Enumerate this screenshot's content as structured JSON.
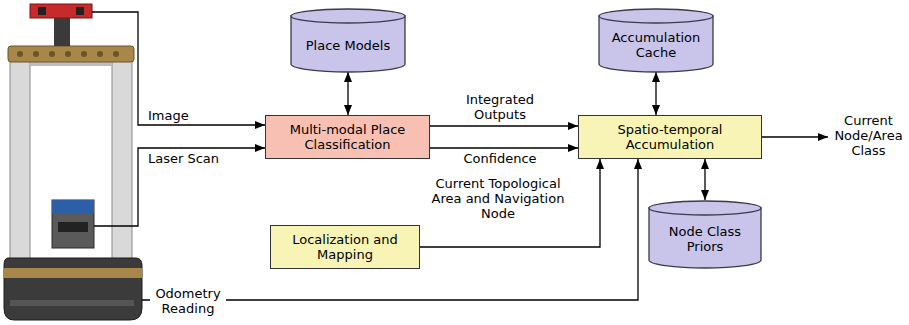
{
  "diagram": {
    "nodes": [
      {
        "text": [
          "Place Models"
        ]
      },
      {
        "text": [
          "Accumulation Cache"
        ]
      },
      {
        "text": [
          "Multi-modal Place Classification"
        ]
      },
      {
        "text": [
          "Spatio-temporal Accumulation"
        ]
      },
      {
        "text": [
          "Localization and Mapping"
        ]
      },
      {
        "text": [
          "Node Class Priors"
        ]
      }
    ],
    "edges": [
      {
        "from": 0,
        "to": 2,
        "arrow": "both"
      },
      {
        "from": 2,
        "to": 3,
        "label": "Integrated Outputs",
        "arrow": "to"
      },
      {
        "from": 2,
        "to": 3,
        "label": "Confidence",
        "arrow": "to"
      },
      {
        "from": 1,
        "to": 3,
        "arrow": "both"
      },
      {
        "from": 4,
        "to": 3,
        "label": "Current Topological Area and Navigation Node",
        "arrow": "to"
      },
      {
        "from": 3,
        "to": 5,
        "arrow": "both"
      }
    ],
    "labels": [
      "Image",
      "Laser Scan",
      "Odometry Reading",
      "Current Node/Area Class"
    ]
  }
}
